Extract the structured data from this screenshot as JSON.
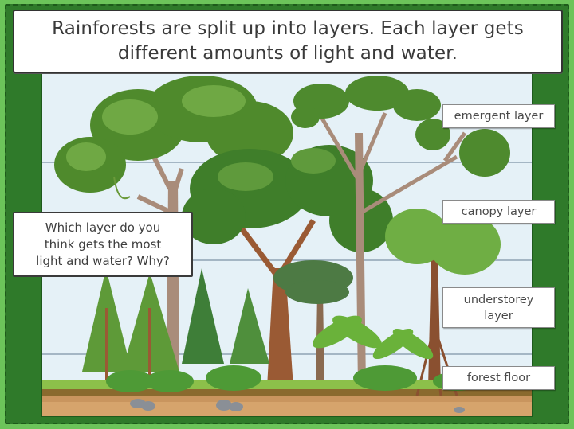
{
  "title": {
    "line1": "Rainforests are split up into layers. Each layer gets",
    "line2": "different amounts of light and water."
  },
  "question": {
    "line1": "Which layer do you",
    "line2": "think gets the most",
    "line3": "light and water? Why?"
  },
  "layers": [
    {
      "id": "emergent",
      "label": "emergent layer"
    },
    {
      "id": "canopy",
      "label": "canopy layer"
    },
    {
      "id": "understorey",
      "label_line1": "understorey",
      "label_line2": "layer"
    },
    {
      "id": "forest-floor",
      "label": "forest floor"
    }
  ],
  "colors": {
    "background_light_green": "#6cc45a",
    "frame_dark_green": "#2f7a2a",
    "sky": "#e5f1f7",
    "soil": "#c9955e",
    "text": "#3a3a3a"
  }
}
